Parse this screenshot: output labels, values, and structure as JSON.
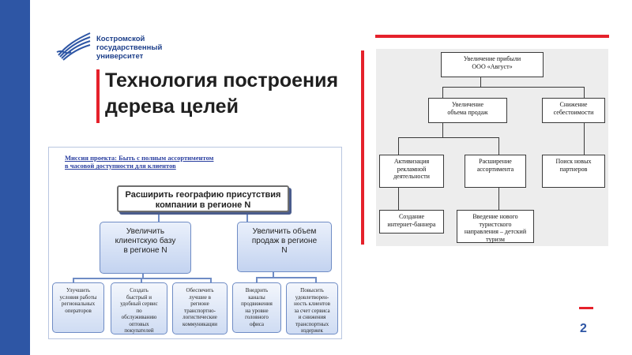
{
  "branding": {
    "university_name": "Костромской\nгосударственный\nуниверситет"
  },
  "slide": {
    "title": "Технология построения\nдерева целей",
    "page_number": "2"
  },
  "tree_profit": {
    "root": "Увеличение прибыли\nООО «Август»",
    "level2": [
      "Увеличение\nобъема продаж",
      "Снижение\nсебестоимости"
    ],
    "level3": [
      "Активизация\nрекламной\nдеятельности",
      "Расширение\nассортимента",
      "Поиск новых\nпартнеров"
    ],
    "level4": [
      "Создание\nинтернет-баннера",
      "Введение нового\nтуристского\nнаправления – детский\nтуризм"
    ]
  },
  "tree_geography": {
    "mission": "Миссия проекта: Быть с полным ассортиментом\nв часовой доступности для клиентов",
    "root": "Расширить географию присутствия\nкомпании в регионе N",
    "level2": [
      "Увеличить\nклиентскую базу\nв регионе N",
      "Увеличить объем\nпродаж в регионе\nN"
    ],
    "leaves": [
      "Улучшить\nусловия работы\nрегиональных\nоператоров",
      "Создать\nбыстрый и\nудобный сервис\nпо\nобслуживанию\nоптовых\nпокупателей",
      "Обеспечить\nлучшие в\nрегионе\nтранспортно-\nлогистические\nкоммуникации",
      "Внедрить\nканалы\nпродвижения\nна уровне\nголовного\nофиса",
      "Повысить\nудовлетворен-\nность клиентов\nза счет сервиса\nи снижения\nтранспортных\nиздержек"
    ]
  }
}
